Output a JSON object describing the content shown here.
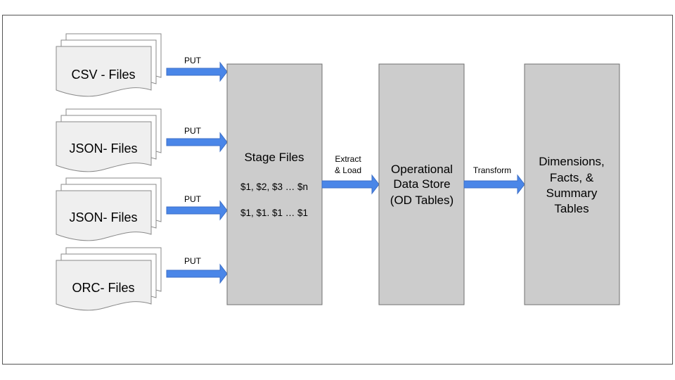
{
  "sources": [
    {
      "label": "CSV - Files",
      "arrow_label": "PUT"
    },
    {
      "label": "JSON- Files",
      "arrow_label": "PUT"
    },
    {
      "label": "JSON- Files",
      "arrow_label": "PUT"
    },
    {
      "label": "ORC- Files",
      "arrow_label": "PUT"
    }
  ],
  "stage": {
    "title": "Stage Files",
    "line1": "$1, $2, $3 … $n",
    "line2": "$1, $1. $1 … $1"
  },
  "extract_arrow": {
    "line1": "Extract",
    "line2": "& Load"
  },
  "ods": {
    "line1": "Operational",
    "line2": "Data Store",
    "line3": "(OD Tables)"
  },
  "transform_arrow": {
    "label": "Transform"
  },
  "dims": {
    "line1": "Dimensions,",
    "line2": "Facts, &",
    "line3": "Summary",
    "line4": "Tables"
  },
  "colors": {
    "arrow": "#4a86e8",
    "box": "#cccccc",
    "doc": "#efefef"
  }
}
